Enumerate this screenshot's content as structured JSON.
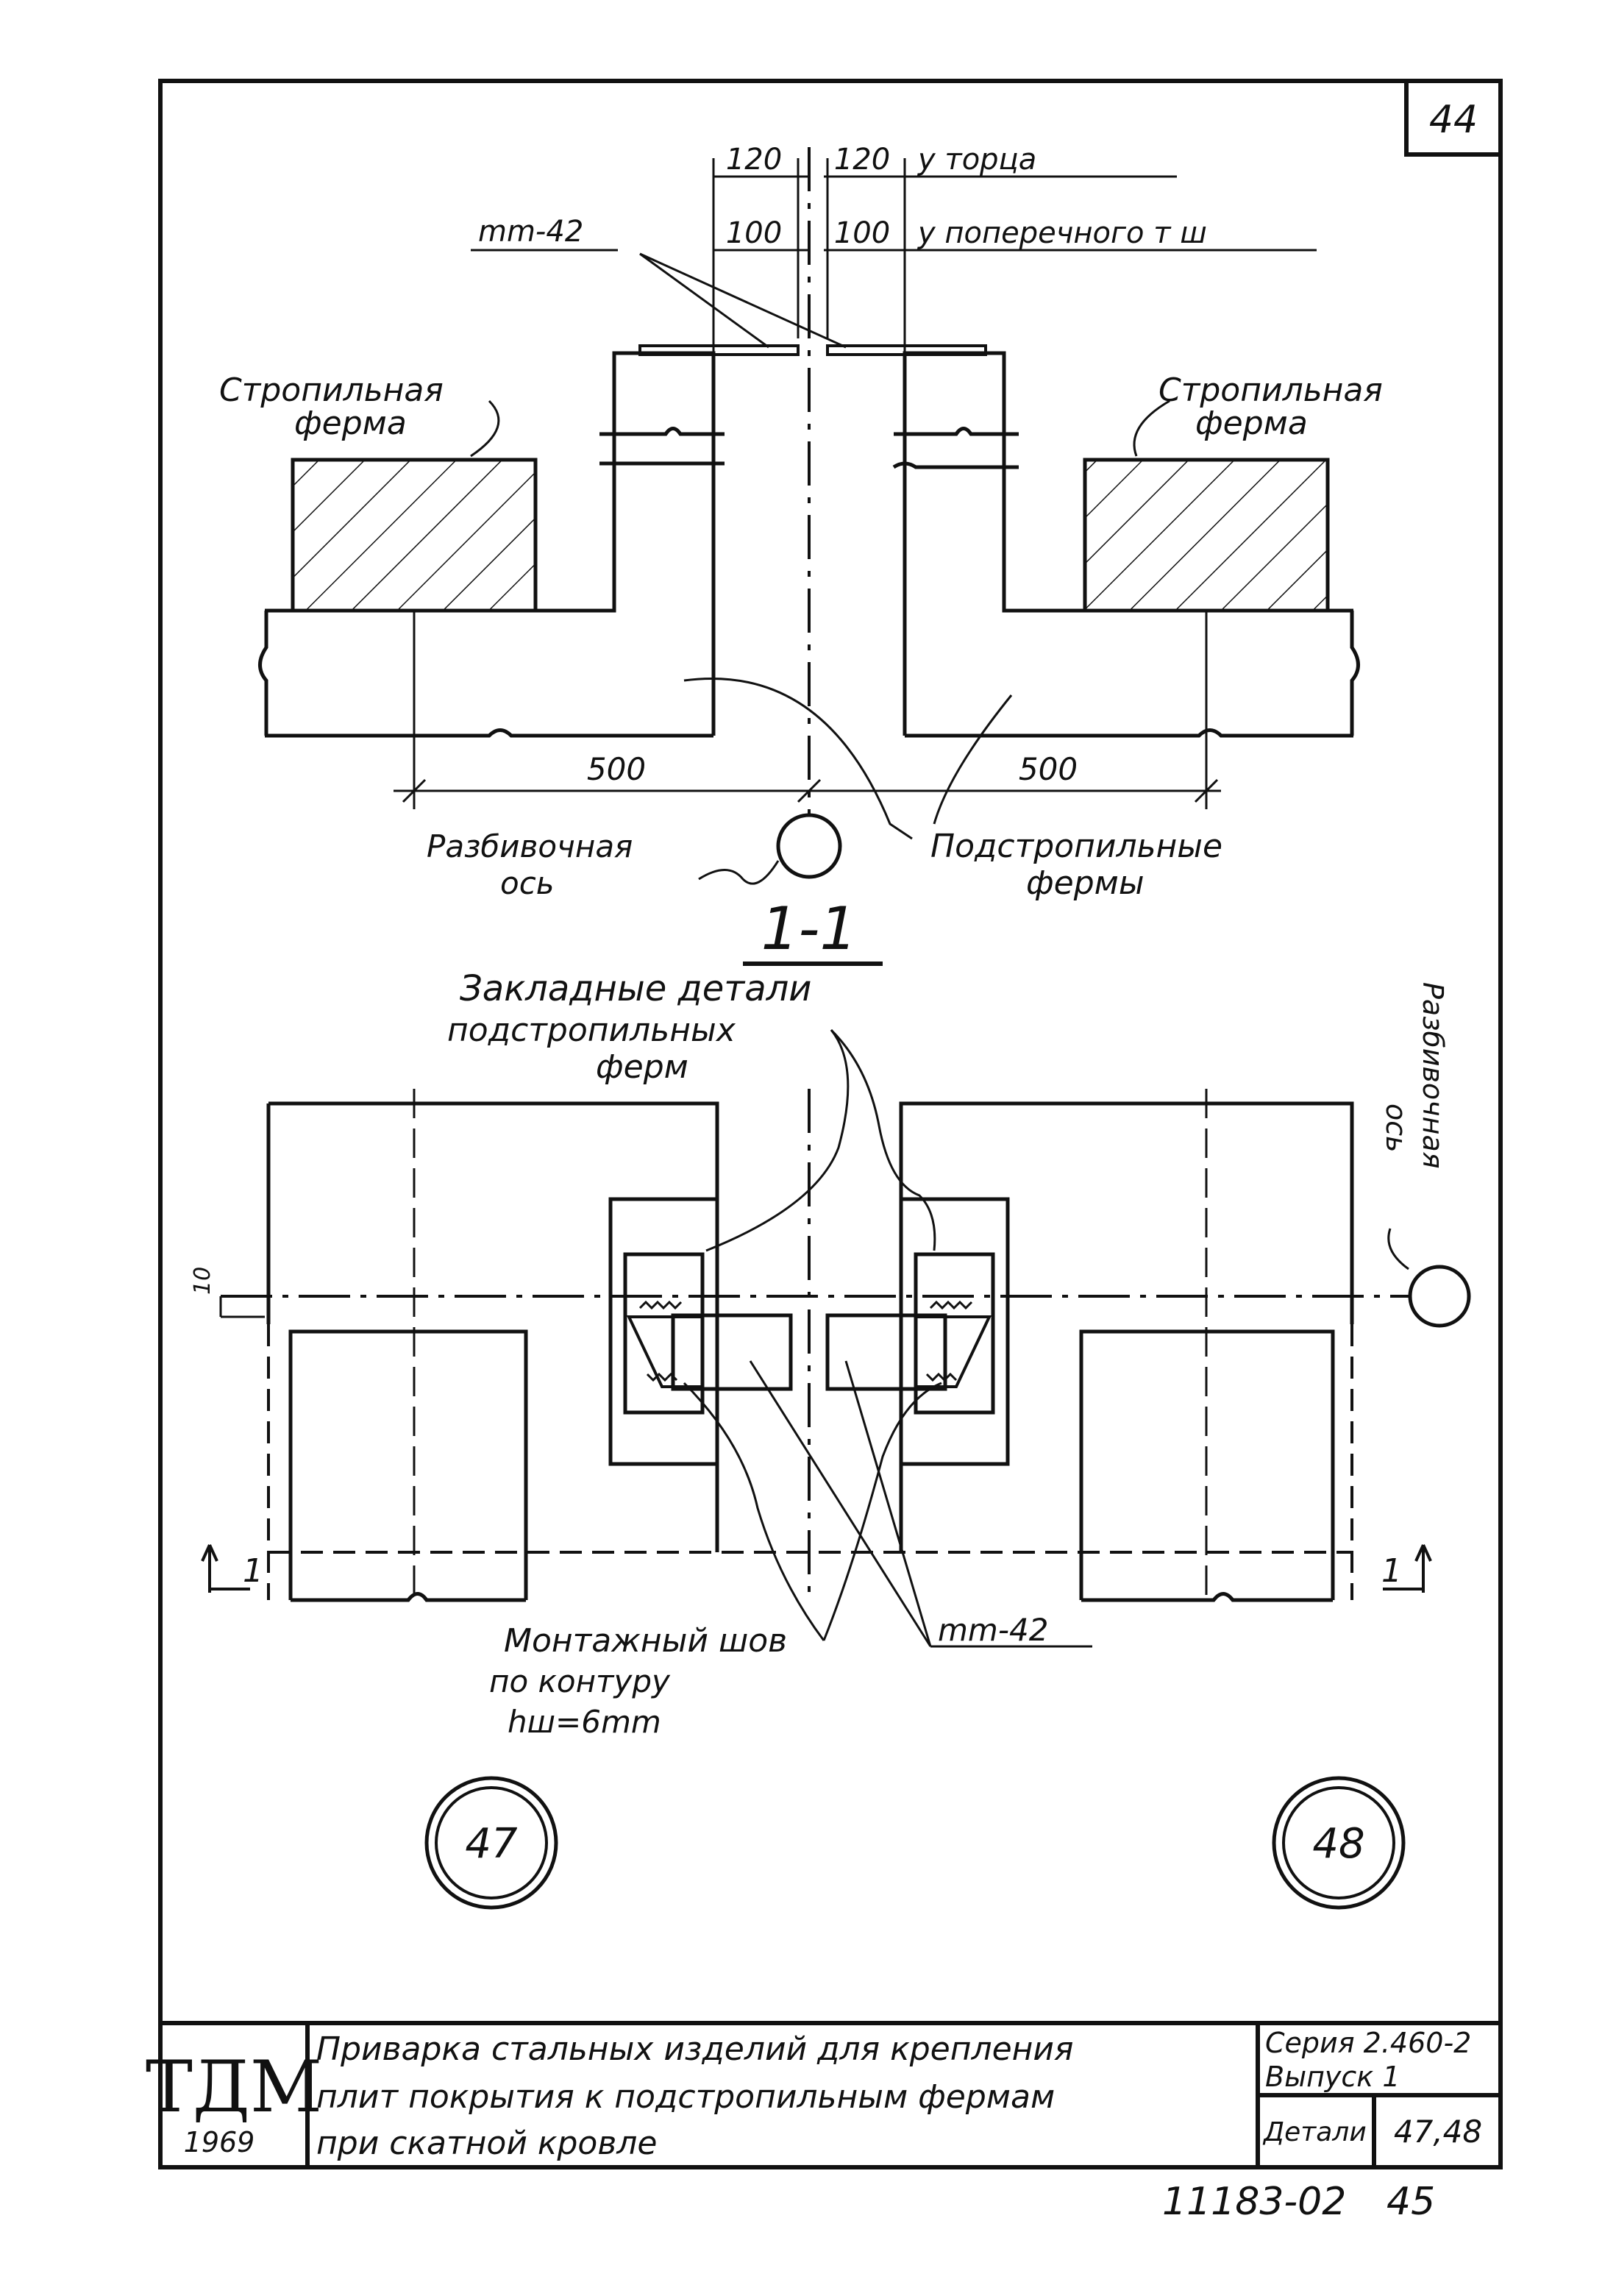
{
  "sheet_number": "44",
  "top_view": {
    "dim_120_left": "120",
    "dim_120_right": "120",
    "dim_100_left": "100",
    "dim_100_right": "100",
    "label_at_end": "у торца",
    "label_at_cross_joint": "у поперечного т ш",
    "plate_label": "mm-42",
    "truss_left_line1": "Стропильная",
    "truss_left_line2": "ферма",
    "truss_right_line1": "Стропильная",
    "truss_right_line2": "ферма",
    "dim_500_left": "500",
    "dim_500_right": "500",
    "axis_line1": "Разбивочная",
    "axis_line2": "ось",
    "subtruss_line1": "Подстропильные",
    "subtruss_line2": "фермы"
  },
  "section_label": "1-1",
  "section_view": {
    "embedded_line1": "Закладные детали",
    "embedded_line2": "подстропильных",
    "embedded_line3": "ферм",
    "axis_vertical_line1": "Разбивочная",
    "axis_vertical_line2": "ось",
    "dim_10": "10",
    "cut_mark_left": "1",
    "cut_mark_right": "1",
    "weld_line1": "Монтажный шов",
    "weld_line2": "по контуру",
    "weld_line3": "hш=6mm",
    "plate_label": "mm-42"
  },
  "details": {
    "left": "47",
    "right": "48"
  },
  "title_block": {
    "logo": "ТДМ",
    "year": "1969",
    "title_line1": "Приварка стальных изделий для крепления",
    "title_line2": "плит покрытия к подстропильным фермам",
    "title_line3": "при скатной кровле",
    "series": "Серия 2.460-2",
    "issue": "Выпуск 1",
    "detail_label": "Детали",
    "detail_value": "47,48"
  },
  "footer": {
    "code": "11183-02",
    "page": "45"
  }
}
